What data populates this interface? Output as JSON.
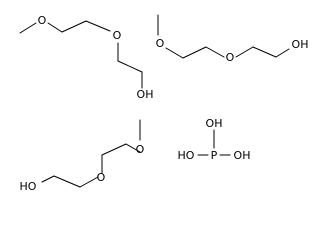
{
  "molecules": [
    {
      "id": "glycol-ether-1",
      "labels": {
        "o_methoxy": "O",
        "o_ether": "O",
        "hydroxyl": "OH"
      }
    },
    {
      "id": "glycol-ether-2",
      "labels": {
        "o_methoxy": "O",
        "o_ether": "O",
        "hydroxyl": "OH"
      }
    },
    {
      "id": "glycol-ether-3",
      "labels": {
        "o_methoxy": "O",
        "o_ether": "O",
        "hydroxyl": "HO"
      }
    },
    {
      "id": "phosphorous-acid",
      "labels": {
        "oh_top": "OH",
        "p": "P",
        "oh_left": "HO",
        "oh_right": "OH"
      }
    }
  ]
}
